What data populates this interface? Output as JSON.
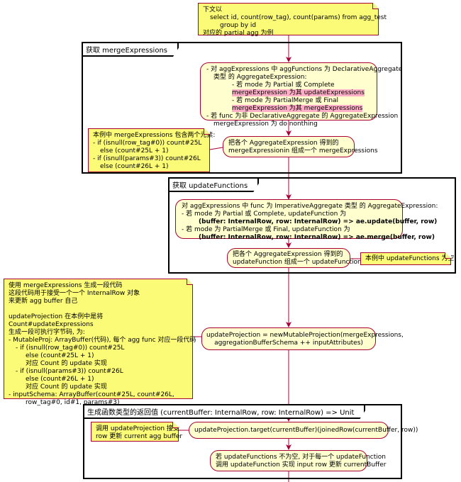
{
  "top_note": {
    "lines": [
      "下文以",
      "select id, count(row_tag), count(params) from agg_test",
      "group by id",
      "对应的 partial agg 为例"
    ]
  },
  "partitions": [
    {
      "title": "获取 mergeExpressions"
    },
    {
      "title": "获取 updateFunctions"
    },
    {
      "title": "生成函数类型的返回值 (currentBuffer: InternalRow, row: InternalRow) => Unit"
    }
  ],
  "merge_activity": {
    "lines": [
      "- 对 aggExpressions 中 aggFunctions 为 DeclarativeAggregate",
      "类型 的 AggregateExpression:",
      "- 若 mode 为 Partial 或 Complete",
      "mergeExpression 为其 updateExpressions",
      "- 若 mode 为 PartialMerge 或 Final",
      "mergeExpression 为其 mergeExpressions",
      "- 若 func 为非 DeclarativeAggregate 的 AggregateExpression",
      "mergeExpression 为 do nonthing"
    ]
  },
  "merge_note": {
    "lines": [
      "本例中 mergeExpressions 包含两个元素:",
      "- if (isnull(row_tag#0)) count#25L",
      "else (count#25L + 1)",
      "- if (isnull(params#3)) count#26L",
      "else (count#26L + 1)"
    ]
  },
  "merge_collect": {
    "lines": [
      "把各个 AggregateExpression 得到的",
      "mergeExpressionin 组成一个 mergeExpressions"
    ]
  },
  "update_activity": {
    "lines": [
      "对 aggExpressions 中 func 为 ImperativeAggregate 类型 的 AggregateExpression:",
      "- 若 mode 为 Partial 或 Complete, updateFunction 为",
      "(buffer: InternalRow, row: InternalRow) => ae.update(buffer, row)",
      "- 若 mode 为 PartialMerge 或 Final, updateFunction 为",
      "(buffer: InternalRow, row: InternalRow) => ae.merge(buffer, row)"
    ]
  },
  "update_collect": {
    "lines": [
      "把各个 AggregateExpression 得到的",
      "updateFunction 组成一个 updateFunctions"
    ]
  },
  "update_note": {
    "text": "本例中 updateFunctions 为空"
  },
  "projection_note": {
    "lines": [
      "使用 mergeExpressions 生成一段代码",
      "这段代码用于接受一个一个 InternalRow 对象",
      "来更新 agg buffer 自己",
      "",
      "updateProjection 在本例中是将",
      "Count#updateExpressions",
      "生成一段可执行字节码, 为:",
      "- MutableProj: ArrayBuffer(代码), 每个 agg func 对应一段代码",
      "- if (isnull(row_tag#0)) count#25L",
      "else (count#25L + 1)",
      "对应 Count 的 update 实现",
      "- if (isnull(params#3)) count#26L",
      "else (count#26L + 1)",
      "对应 Count 的 update 实现",
      "- inputSchema: ArrayBuffer(count#25L, count#26L,",
      "row_tag#0, id#1, params#3)"
    ]
  },
  "projection_activity": {
    "lines": [
      "updateProjection = newMutableProjection(mergeExpressions,",
      "aggregationBufferSchema ++ inputAttributes)"
    ]
  },
  "target_note": {
    "lines": [
      "调用 updateProjection 接受",
      "row 更新 current agg buffer"
    ]
  },
  "target_activity": {
    "text": "updateProjection.target(currentBuffer)(joinedRow(currentBuffer, row))"
  },
  "final_activity": {
    "lines": [
      "若 updateFunctions 不为空, 对于每一个 updateFunction",
      "调用 updateFunction 实现 input row 更新 currentBuffer"
    ]
  },
  "colors": {
    "note_bg": "#fbfb77",
    "activity_bg": "#fefece",
    "border": "#a80036",
    "highlight": "#ffb0c8"
  }
}
